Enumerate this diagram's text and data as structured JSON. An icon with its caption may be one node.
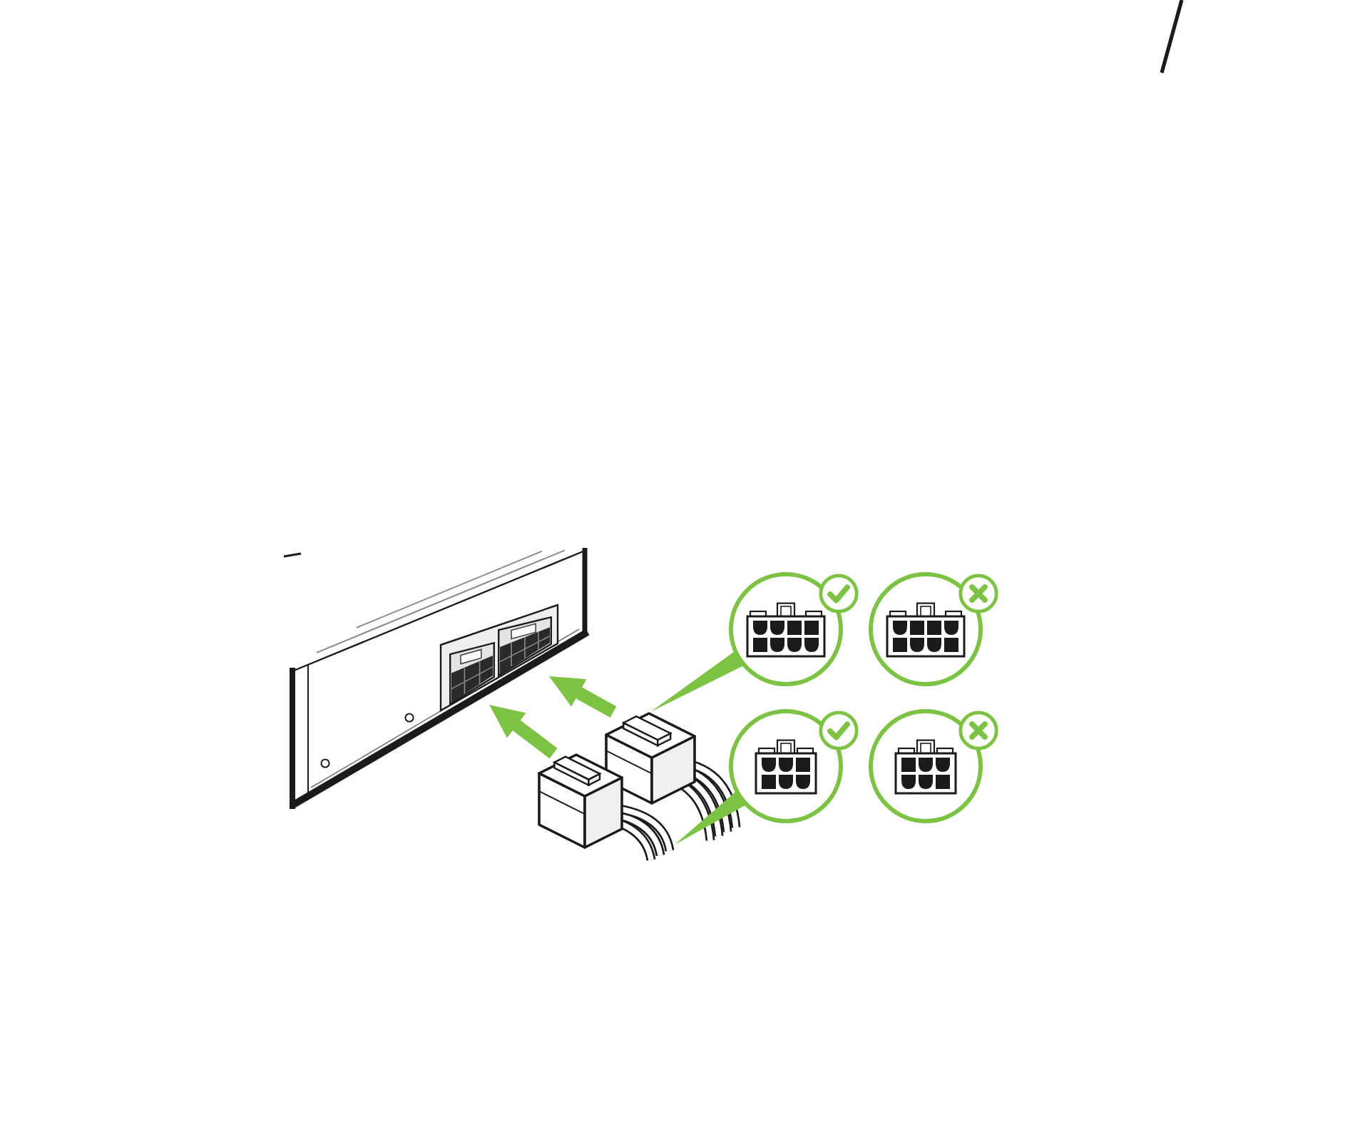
{
  "diagram": {
    "nodes": [
      {
        "text": [],
        "shape": "picture"
      },
      {
        "text": [],
        "shape": "box",
        "in": 0
      },
      {
        "text": [],
        "shape": "box",
        "in": 0
      },
      {
        "text": [],
        "shape": "picture"
      },
      {
        "text": [],
        "shape": "picture"
      },
      {
        "text": [],
        "shape": "circle"
      },
      {
        "text": [],
        "shape": "circle"
      },
      {
        "text": [],
        "shape": "circle"
      },
      {
        "text": [],
        "shape": "circle"
      }
    ],
    "edges": [
      {
        "from": 3,
        "to": 2,
        "arrow": "to"
      },
      {
        "from": 4,
        "to": 1,
        "arrow": "to"
      },
      {
        "from": 5,
        "to": 3,
        "arrow": "none"
      },
      {
        "from": 7,
        "to": 4,
        "arrow": "none"
      }
    ]
  }
}
